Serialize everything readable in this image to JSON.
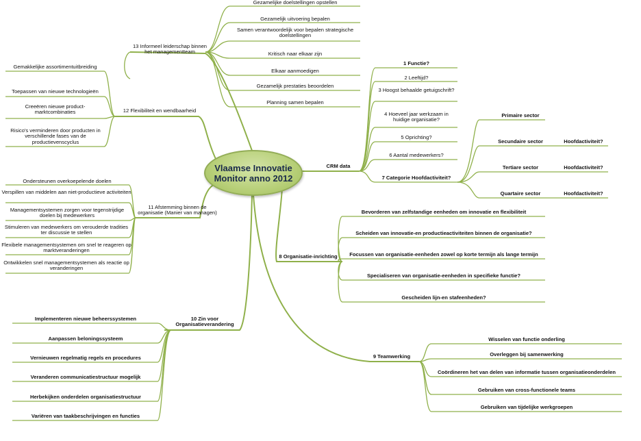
{
  "colors": {
    "line": "#8fb04a",
    "branch": "#a0b878"
  },
  "center": {
    "line1": "Vlaamse Innovatie",
    "line2": "Monitor anno 2012"
  },
  "branches": {
    "b13": {
      "label": "13 Informeel leiderschap binnen het managementteam",
      "items": [
        "Gezamelijke doelstellingen opstellen",
        "Gezamelijk uitvoering bepalen",
        "Samen verantwoordelijk voor bepalen strategische doelstellingen",
        "Kritisch naar elkaar zijn",
        "Elkaar aanmoedigen",
        "Gezamelijk prestaties beoordelen",
        "Planning samen bepalen"
      ]
    },
    "b12": {
      "label": "12 Flexibiliteit en wendbaarheid",
      "items": [
        "Gemakkelijke assortimentuitbreiding",
        "Toepassen van nieuwe technologieën",
        "Creeëren nieuwe product-marktcombinaties",
        "Risico's verminderen door producten in verschillende fases van de productievenscyclus"
      ]
    },
    "b11": {
      "label": "11 Afstemming binnen de organisatie (Manier van managen)",
      "items": [
        "Ondersteunen overkoepelende doelen",
        "Verspillen van middelen aan niet-productieve activiteiten",
        "Managementsystemen zorgen voor tegenstrijdige doelen bij medewerkers",
        "Stimuleren van medewerkers om verouderde tradities ter discussie te stellen",
        "Flexibele managementsystemen om snel te reageren op marktveranderingen",
        "Ontwikkelen snel managementsystemen als reactie op veranderingen"
      ]
    },
    "b10": {
      "label": "10 Zin voor Organisatieverandering",
      "items": [
        "Implementeren nieuwe beheerssystemen",
        "Aanpassen beloningssysteem",
        "Vernieuwen regelmatig regels en procedures",
        "Veranderen communicatiestructuur mogelijk",
        "Herbekijken onderdelen organisatiestructuur",
        "Variëren van taakbeschrijvingen en functies"
      ]
    },
    "crm": {
      "label": "CRM data",
      "items": [
        "1 Functie?",
        "2 Leeftijd?",
        "3 Hoogst behaalde getuigschrift?",
        "4 Hoeveel jaar werkzaam in huidige organisatie?",
        "5 Oprichting?",
        "6 Aantal medewerkers?",
        "7 Categorie Hoofdactiviteit?"
      ],
      "sectors": [
        "Primaire sector",
        "Secundaire sector",
        "Tertiare sector",
        "Quartaire sector"
      ],
      "hoofd": "Hoofdactiviteit?"
    },
    "b8": {
      "label": "8 Organisatie-inrichting",
      "items": [
        "Bevorderen van zelfstandige eenheden om innovatie en flexibiliteit",
        "Scheiden van innovatie-en productieactiviteiten binnen de organisatie?",
        "Focussen van organisatie-eenheden zowel op korte termijn als lange termijn",
        "Specialiseren van organisatie-eenheden in specifieke functie?",
        "Gescheiden lijn-en stafeenheden?"
      ]
    },
    "b9": {
      "label": "9 Teamwerking",
      "items": [
        "Wisselen van functie onderling",
        "Overleggen bij samenwerking",
        "Coördineren het van delen van informatie tussen organisatieonderdelen",
        "Gebruiken van cross-functionele teams",
        "Gebruiken van tijdelijke werkgroepen"
      ]
    }
  }
}
